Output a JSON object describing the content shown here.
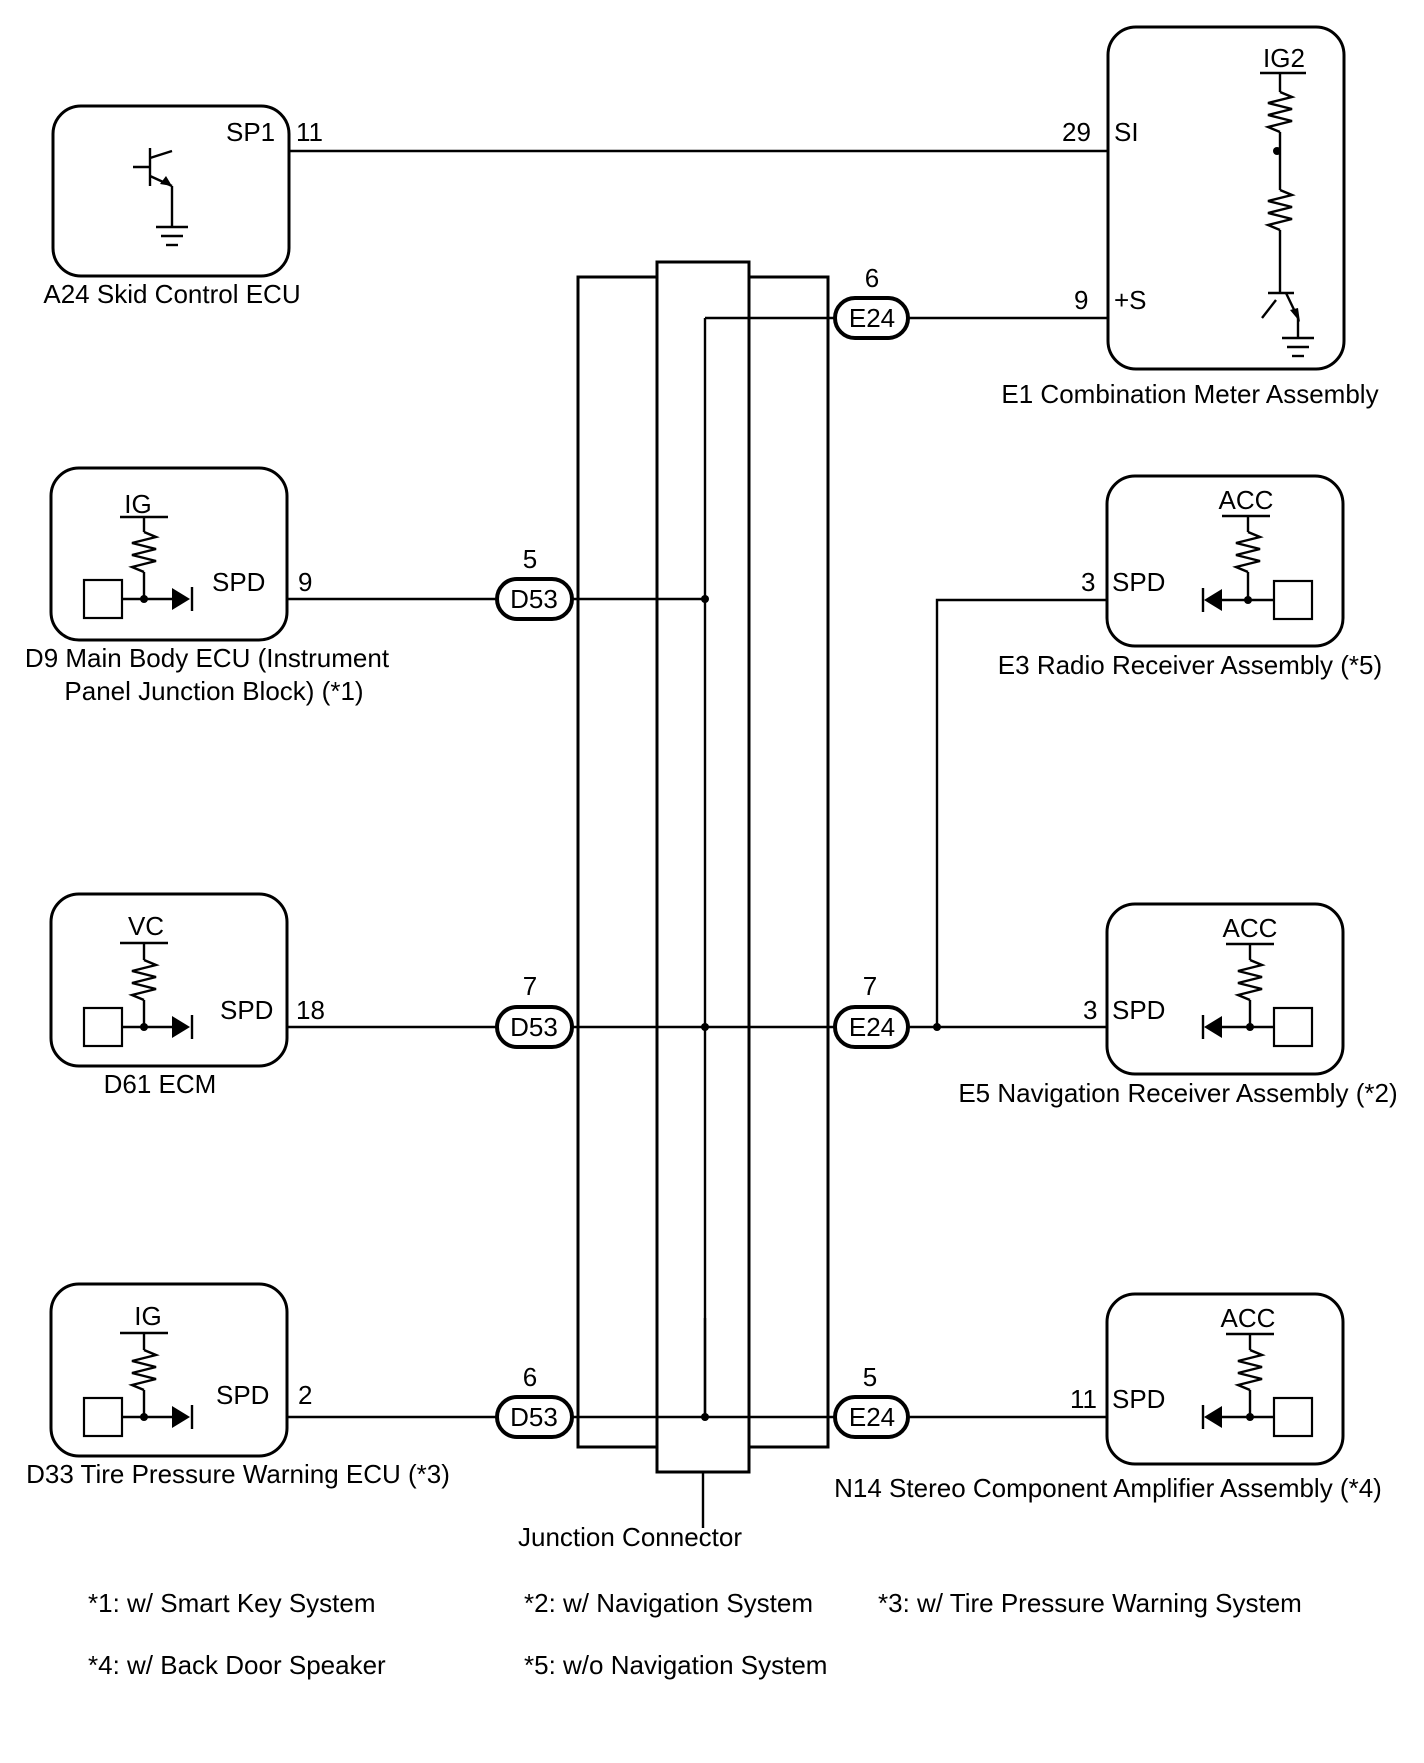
{
  "components": {
    "a24": {
      "name": "A24 Skid Control ECU",
      "pin_name": "SP1",
      "pin": "11"
    },
    "e1": {
      "name": "E1 Combination Meter Assembly",
      "power": "IG2",
      "pin_si_name": "SI",
      "pin_si": "29",
      "pin_s_name": "+S",
      "pin_s": "9"
    },
    "d9": {
      "name_line1": "D9 Main Body ECU (Instrument",
      "name_line2": "Panel Junction Block) (*1)",
      "power": "IG",
      "pin_name": "SPD",
      "pin": "9"
    },
    "d61": {
      "name": "D61 ECM",
      "power": "VC",
      "pin_name": "SPD",
      "pin": "18"
    },
    "d33": {
      "name": "D33 Tire Pressure Warning ECU (*3)",
      "power": "IG",
      "pin_name": "SPD",
      "pin": "2"
    },
    "e3": {
      "name": "E3 Radio Receiver Assembly (*5)",
      "power": "ACC",
      "pin_name": "SPD",
      "pin": "3"
    },
    "e5": {
      "name": "E5 Navigation Receiver Assembly (*2)",
      "power": "ACC",
      "pin_name": "SPD",
      "pin": "3"
    },
    "n14": {
      "name": "N14 Stereo Component Amplifier Assembly (*4)",
      "power": "ACC",
      "pin_name": "SPD",
      "pin": "11"
    }
  },
  "connectors": {
    "e24_top": {
      "label": "E24",
      "pin": "6"
    },
    "d53_top": {
      "label": "D53",
      "pin": "5"
    },
    "d53_mid": {
      "label": "D53",
      "pin": "7"
    },
    "e24_mid": {
      "label": "E24",
      "pin": "7"
    },
    "d53_bot": {
      "label": "D53",
      "pin": "6"
    },
    "e24_bot": {
      "label": "E24",
      "pin": "5"
    }
  },
  "junction_label": "Junction Connector",
  "notes": [
    "*1: w/ Smart Key System",
    "*2: w/ Navigation System",
    "*3: w/ Tire Pressure Warning System",
    "*4: w/ Back Door Speaker",
    "*5: w/o Navigation System"
  ]
}
